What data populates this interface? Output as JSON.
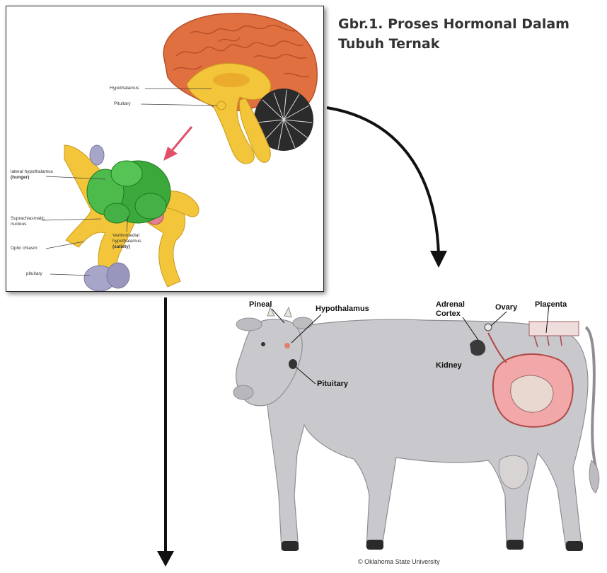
{
  "caption": {
    "line1": "Gbr.1. Proses Hormonal Dalam",
    "line2": "Tubuh Ternak"
  },
  "brain_panel": {
    "labels": {
      "hypothalamus": "Hypothalamus",
      "pituitary": "Pituitary",
      "lateral_hypothalamus_1": "lateral hypothalamus",
      "lateral_hypothalamus_2": "(hunger)",
      "suprachiasmatic_1": "Suprachiasmatic",
      "suprachiasmatic_2": "nucleus",
      "optic_chiasm": "Optic chiasm",
      "ventromedial_1": "Ventromedial",
      "ventromedial_2": "hypothalamus",
      "ventromedial_3": "(satiety)",
      "pituitary_lower": "pituitary"
    }
  },
  "cow_panel": {
    "labels": {
      "pineal": "Pineal",
      "hypothalamus": "Hypothalamus",
      "adrenal_1": "Adrenal",
      "adrenal_2": "Cortex",
      "ovary": "Ovary",
      "placenta": "Placenta",
      "kidney": "Kidney",
      "pituitary": "Pituitary"
    },
    "copyright": "© Oklahoma State University"
  },
  "colors": {
    "cortex": "#e0703f",
    "brain_yellow": "#f2c53a",
    "cerebellum": "#2b2b2b",
    "hypothalamus_green": "#3aa83a",
    "pituitary_gray": "#a8a6c8",
    "cow_gray": "#c9c8cc",
    "placenta_pink": "#f2a8a8",
    "arrow_pink": "#e0506a"
  }
}
